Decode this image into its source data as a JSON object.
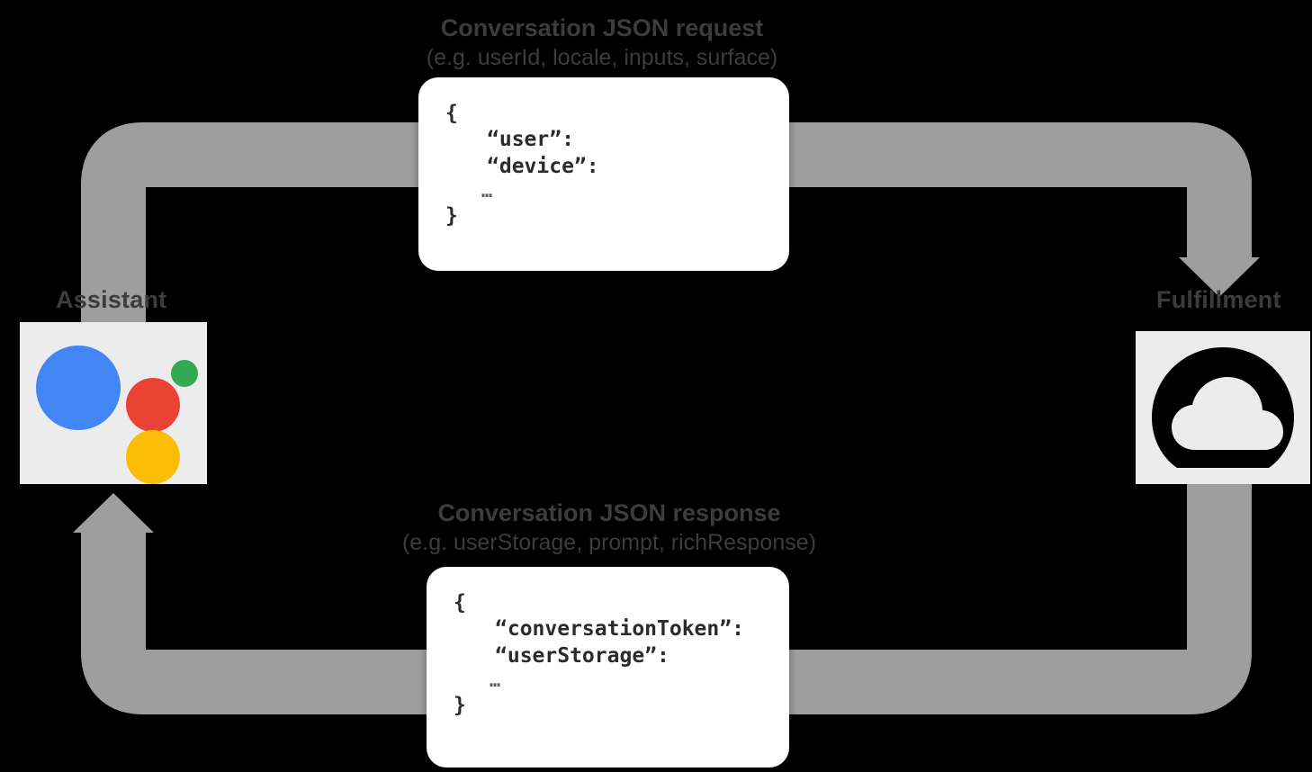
{
  "diagram": {
    "title": "Google Assistant conversation request/response flow",
    "background_color": "#000000"
  },
  "nodes": [
    {
      "id": "assistant",
      "caption": "Assistant",
      "icon": "google-assistant-icon",
      "tile_color": "#ECECEC",
      "dot_colors": {
        "blue": "#4285F4",
        "red": "#EA4335",
        "yellow": "#FBBC05",
        "green": "#34A853"
      }
    },
    {
      "id": "fulfillment",
      "caption": "Fulfillment",
      "icon": "cloud-functions-icon",
      "tile_color": "#ECECEC",
      "icon_color": "#000000"
    }
  ],
  "flows": [
    {
      "id": "request",
      "direction": "assistant-to-fulfillment",
      "label_line1": "Conversation JSON request",
      "label_line2": "(e.g. userId, locale, inputs, surface)",
      "arrow_color": "#9E9E9E"
    },
    {
      "id": "response",
      "direction": "fulfillment-to-assistant",
      "label_line1": "Conversation JSON response",
      "label_line2": "(e.g. userStorage, prompt, richResponse)",
      "arrow_color": "#9E9E9E"
    }
  ],
  "cards": [
    {
      "id": "request-card",
      "lines": [
        "{",
        "“user”:",
        "“device”:",
        "…",
        "}"
      ]
    },
    {
      "id": "response-card",
      "lines": [
        "{",
        "“conversationToken”:",
        "“userStorage”:",
        "…",
        "}"
      ]
    }
  ]
}
